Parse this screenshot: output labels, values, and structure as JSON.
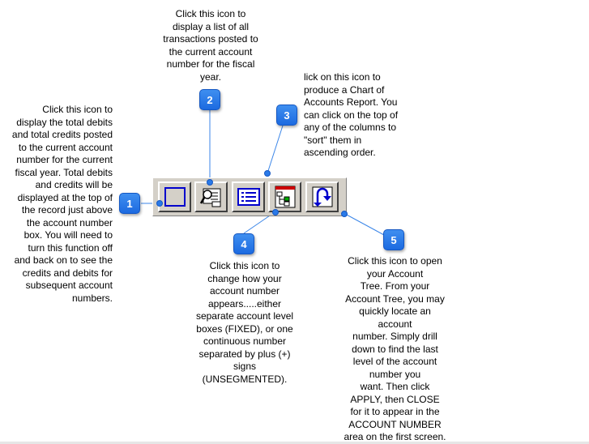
{
  "notes": {
    "note1": "Click this icon to\ndisplay the total debits\nand total credits posted\nto the current account\nnumber for the current\nfiscal year.  Total debits\nand credits will be\ndisplayed at the top of\nthe record just above\nthe account number\nbox.  You will need to\nturn this function off\nand back on to see the\ncredits and debits for\nsubsequent account\nnumbers.",
    "note2": "Click this icon to\ndisplay a list of all\ntransactions posted to\nthe current account\nnumber for the fiscal\nyear.",
    "note3": "lick on this icon to\nproduce a Chart of\nAccounts Report.  You\ncan click on the top of\nany of the columns to\n\"sort\" them in\nascending order.",
    "note4": "Click this icon to\nchange how your\naccount number\nappears.....either\nseparate account level\nboxes (FIXED), or one\ncontinuous number\nseparated by plus (+)\nsigns\n(UNSEGMENTED).",
    "note5": "Click this icon to open\nyour Account\nTree.  From your\nAccount Tree, you may\nquickly locate an\naccount\nnumber.  Simply drill\ndown to find the last\nlevel of the account\nnumber you\nwant.  Then  click\nAPPLY, then CLOSE\nfor it to appear in the\nACCOUNT NUMBER\narea on the first screen."
  },
  "callouts": [
    "1",
    "2",
    "3",
    "4",
    "5"
  ],
  "toolbar": {
    "buttons": [
      {
        "icon": "debit-credit-totals-icon"
      },
      {
        "icon": "transactions-list-icon"
      },
      {
        "icon": "chart-of-accounts-report-icon"
      },
      {
        "icon": "account-number-format-icon"
      },
      {
        "icon": "account-tree-icon"
      }
    ]
  },
  "colors": {
    "callout_blue": "#1c6ae0",
    "leader_blue": "#3b86e8",
    "toolbar_gray": "#d4d0c8",
    "icon_blue": "#0000cc"
  }
}
